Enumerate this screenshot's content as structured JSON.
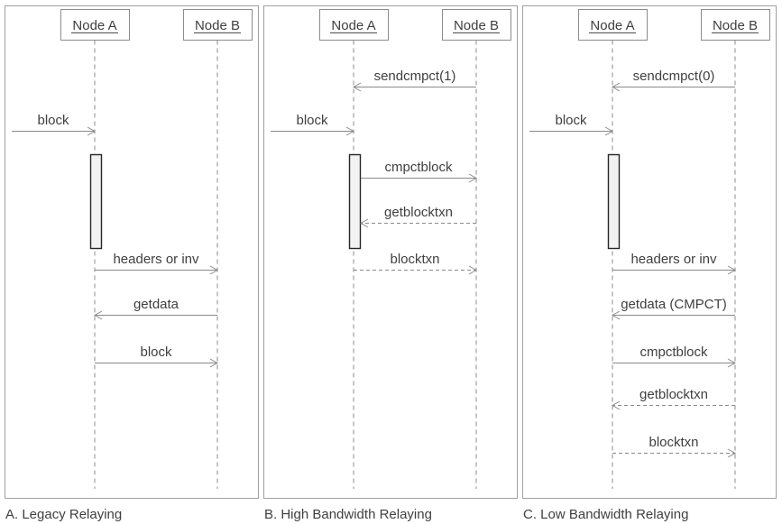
{
  "colors": {
    "frame_border": "#a0a0a0",
    "line_gray": "#8a8a8a",
    "text_gray": "#404040",
    "activation_fill": "#f2f2f2",
    "activation_border": "#262626"
  },
  "panels": [
    {
      "id": "A",
      "caption": "A. Legacy Relaying",
      "node_a": "Node A",
      "node_b": "Node B",
      "external": {
        "label": "block",
        "direction": "into-node-a",
        "style": "solid"
      },
      "messages": [
        {
          "label": "headers or inv",
          "direction": "a-to-b",
          "style": "solid"
        },
        {
          "label": "getdata",
          "direction": "b-to-a",
          "style": "solid"
        },
        {
          "label": "block",
          "direction": "a-to-b",
          "style": "solid"
        }
      ]
    },
    {
      "id": "B",
      "caption": "B. High Bandwidth Relaying",
      "node_a": "Node A",
      "node_b": "Node B",
      "setup": {
        "label": "sendcmpct(1)",
        "direction": "b-to-a",
        "style": "solid"
      },
      "external": {
        "label": "block",
        "direction": "into-node-a",
        "style": "solid"
      },
      "messages": [
        {
          "label": "cmpctblock",
          "direction": "a-to-b",
          "style": "solid"
        },
        {
          "label": "getblocktxn",
          "direction": "b-to-a",
          "style": "dashed"
        },
        {
          "label": "blocktxn",
          "direction": "a-to-b",
          "style": "dashed"
        }
      ]
    },
    {
      "id": "C",
      "caption": "C. Low Bandwidth Relaying",
      "node_a": "Node A",
      "node_b": "Node B",
      "setup": {
        "label": "sendcmpct(0)",
        "direction": "b-to-a",
        "style": "solid"
      },
      "external": {
        "label": "block",
        "direction": "into-node-a",
        "style": "solid"
      },
      "messages": [
        {
          "label": "headers or inv",
          "direction": "a-to-b",
          "style": "solid"
        },
        {
          "label": "getdata (CMPCT)",
          "direction": "b-to-a",
          "style": "solid"
        },
        {
          "label": "cmpctblock",
          "direction": "a-to-b",
          "style": "solid"
        },
        {
          "label": "getblocktxn",
          "direction": "b-to-a",
          "style": "dashed"
        },
        {
          "label": "blocktxn",
          "direction": "a-to-b",
          "style": "dashed"
        }
      ]
    }
  ]
}
